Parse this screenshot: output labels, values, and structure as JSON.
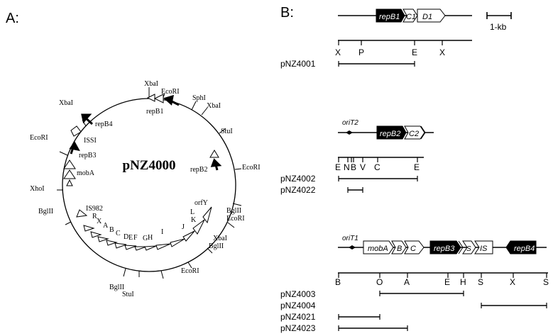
{
  "panel_a": {
    "label": "A:",
    "plasmid_name": "pNZ4000",
    "site_labels": [
      "XbaI",
      "EcoRI",
      "SphI",
      "XbaI",
      "StuI",
      "EcoRI",
      "BglII",
      "EcoRI",
      "XbaI",
      "BglII",
      "EcoRI",
      "StuI",
      "BglII",
      "BglII",
      "XhoI",
      "EcoRI",
      "XbaI"
    ],
    "gene_labels": [
      "repB1",
      "repB4",
      "ISSI",
      "repB3",
      "mobA",
      "repB2",
      "IS982",
      "R",
      "X",
      "A",
      "B",
      "C",
      "D",
      "E",
      "F",
      "G",
      "H",
      "I",
      "J",
      "K",
      "L",
      "orfY"
    ]
  },
  "panel_b": {
    "label": "B:",
    "scale_label": "1-kb",
    "map1": {
      "genes": [
        "repB1",
        "C1",
        "D1"
      ],
      "sites": [
        "X",
        "P",
        "E",
        "X"
      ],
      "clones": [
        "pNZ4001"
      ]
    },
    "map2": {
      "origin": "oriT2",
      "genes": [
        "repB2",
        "C2"
      ],
      "sites": [
        "E",
        "N",
        "B",
        "V",
        "C",
        "E"
      ],
      "clones": [
        "pNZ4002",
        "pNZ4022"
      ]
    },
    "map3": {
      "origin": "oriT1",
      "genes": [
        "mobA",
        "B",
        "C",
        "repB3",
        "S",
        "IS",
        "repB4"
      ],
      "sites": [
        "B",
        "O",
        "A",
        "E",
        "H",
        "S",
        "X",
        "S"
      ],
      "clones": [
        "pNZ4003",
        "pNZ4004",
        "pNZ4021",
        "pNZ4023"
      ]
    }
  }
}
